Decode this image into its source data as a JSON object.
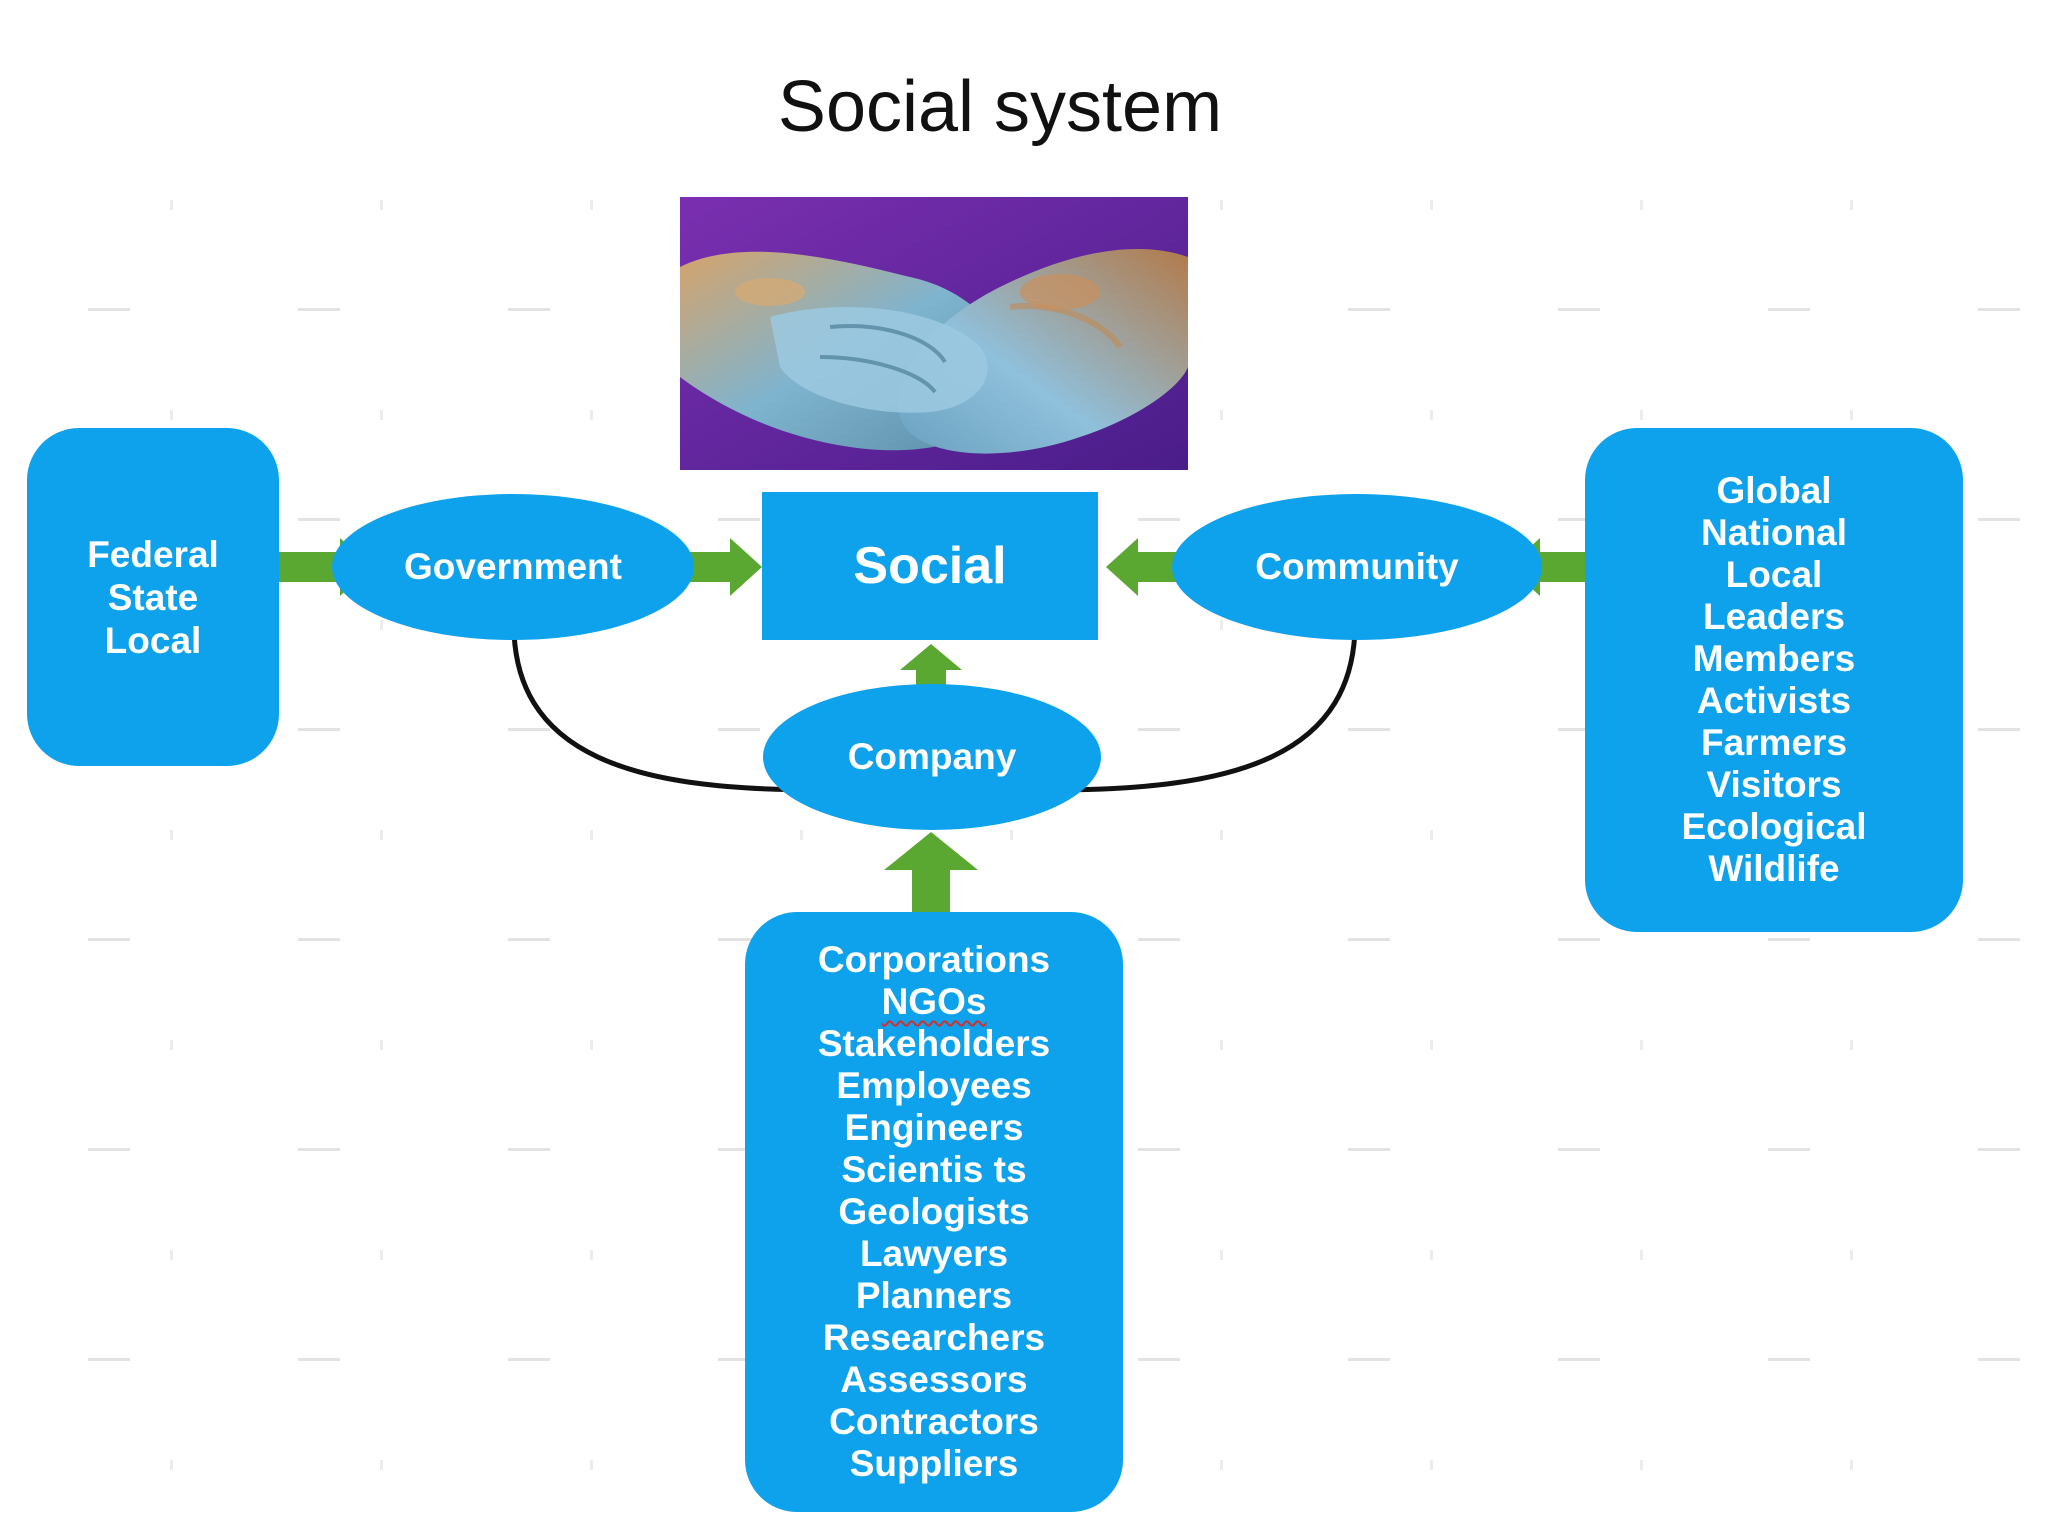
{
  "title": "Social system",
  "nodes": {
    "social": "Social",
    "government": "Government",
    "community": "Community",
    "company": "Company"
  },
  "levels_box": [
    "Federal",
    "State",
    "Local"
  ],
  "community_box": [
    "Global",
    "National",
    "Local",
    "Leaders",
    "Members",
    "Activists",
    "Farmers",
    "Visitors",
    "Ecological",
    "Wildlife"
  ],
  "company_box": [
    "Corporations",
    "NGOs",
    "Stakeholders",
    "Employees",
    "Engineers",
    "Scientis ts",
    "Geologists",
    "Lawyers",
    "Planners",
    "Researchers",
    "Assessors",
    "Contractors",
    "Suppliers"
  ],
  "colors": {
    "node_fill": "#0ea2ec",
    "node_text": "#ffffff",
    "arrow_green": "#5aa832",
    "connector": "#111111"
  },
  "icons": {
    "photo": "hands-holding-earth-image"
  }
}
